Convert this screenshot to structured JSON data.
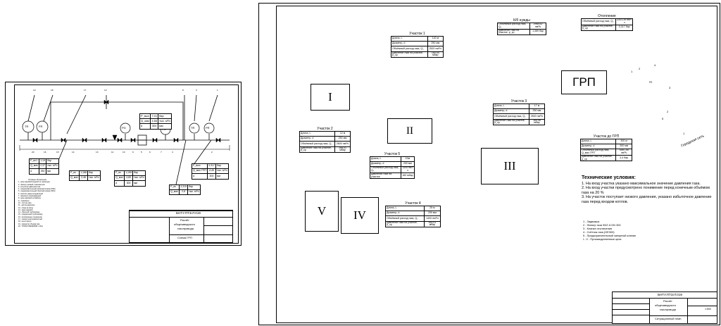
{
  "left_sheet": {
    "labels": {
      "n19": "19",
      "n18": "18",
      "n17": "17",
      "n12": "12",
      "n8": "8",
      "n3": "3",
      "n1": "1",
      "n20": "20",
      "n16": "16",
      "n15": "15",
      "n14": "14",
      "n13": "13",
      "n11": "11",
      "n10": "10",
      "n9": "9",
      "n5": "5",
      "n7": "7",
      "n4": "4",
      "n2": "2",
      "n6": "6"
    },
    "icons": {
      "tr1": "TR",
      "fr": "FR",
      "pg": "PG",
      "fg": "FG",
      "tr2": "TR",
      "pr": "PR"
    },
    "params_mid": {
      "r1_label": "P_вых",
      "r1_val": "7,01",
      "r1_unit": "бар",
      "r2_label": "Q_мах",
      "r2_val": "4,66",
      "r2_unit": "тыс. м³/ч",
      "r3_label": "d",
      "r3_val": "300",
      "r3_unit": "мм"
    },
    "params_left": {
      "r1_label": "P_вх1",
      "r1_val": "1,19",
      "r1_unit": "бар",
      "r2_label": "Q_мах",
      "r2_val": "2,37",
      "r2_unit": "тыс. м³/ч",
      "r3_label": "d",
      "r3_val": "250",
      "r3_unit": "мм"
    },
    "params_b1": {
      "r1_label": "P_вх",
      "r1_val": "1,168",
      "r1_unit": "бар",
      "r2_label": "Q_мах",
      "r2_val": "2,46",
      "r2_unit": "тыс. м³/ч"
    },
    "params_b2": {
      "r1_label": "P_вх",
      "r1_val": "1,155",
      "r1_unit": "бар",
      "r2_label": "Q_мах",
      "r2_val": "4,80",
      "r2_unit": "тыс. м³/ч",
      "r3_label": "d",
      "r3_val": "300",
      "r3_unit": "мм"
    },
    "params_right": {
      "r1_label": "P_вых",
      "r1_val": "3,317",
      "r1_unit": "бар",
      "r2_label": "Q_мах ГРП",
      "r2_val": "4,49",
      "r2_unit": "тыс. м³/ч",
      "r3_label": "d",
      "r3_val": "300",
      "r3_unit": "мм"
    },
    "params_bottom": {
      "r1_label": "P_вх",
      "r1_val": "3,315",
      "r1_unit": "бар",
      "r2_label": "Q_мах",
      "r2_val": "2,8",
      "r2_unit": "тыс. м³/ч"
    },
    "legend_title": "Условные обозначения:",
    "legend": [
      "1 - кран шаровой входной газ. арматуры",
      "2 - фильтр газовый с манометром",
      "3 - регулятор давления газа",
      "4 - предохранительный запорный клапан (ПЗК)",
      "5 - предохранительный сбросной клапан (ПСК)",
      "6 - вентиль (кран) продувочный",
      "7 - манометр показывающий",
      "8 - кран шаровой на байпасе",
      "9 - термометр",
      "10 - счётчик газа",
      "11 - датчик давления",
      "12 - отвод на свечу",
      "13 - кран шаровой",
      "14 - сбросной трубопровод",
      "15 - продувочный трубопровод",
      "16 - изолирующее соединение",
      "17 - клапан электромагнитный",
      "18 - регистратор",
      "19 - корректор объёма газа",
      "20 - ТОЧКИ СЛЕЖЕНИЯ: отбор"
    ],
    "stamp": {
      "code": "БНТУ.ПТ3эТ.019",
      "title1": "Расчёт",
      "title2": "общезаводского",
      "title3": "газопровода",
      "subtitle": "Схема ГРП"
    }
  },
  "right_sheet": {
    "consumers": {
      "I": "I",
      "II": "II",
      "III": "III",
      "IV": "IV",
      "V": "V"
    },
    "grp_label": "ГРП",
    "pipe_label": "Городская сеть",
    "markers": {
      "m1": "1",
      "m2": "2",
      "m3": "3",
      "m4": "4",
      "m5": "5",
      "m2b": "2",
      "m1b": "1"
    },
    "sec1": {
      "title": "Участок 1",
      "rows": [
        [
          "Длина, L",
          "140 м"
        ],
        [
          "Диаметр, d",
          "250 мм"
        ],
        [
          "Объёмный расход газа, Q₀",
          "2520 нм³/ч"
        ],
        [
          "Давление газа на участке, p_ср",
          "160,04 мбар"
        ]
      ]
    },
    "sec2": {
      "title": "Участок 2",
      "rows": [
        [
          "Длина, L",
          "12 м"
        ],
        [
          "Диаметр, d",
          "250 мм"
        ],
        [
          "Объёмный расход газа, Q₀",
          "2600 нм³/ч"
        ],
        [
          "Давление газа на участке, p_ср",
          "168,01 мбар"
        ]
      ]
    },
    "sec3": {
      "title": "Участок 3",
      "rows": [
        [
          "Длина, L",
          "17 м"
        ],
        [
          "Диаметр, d",
          "250 мм"
        ],
        [
          "Объёмный расход газа, Q₀",
          "2500 нм³/ч"
        ],
        [
          "Давление газа на участке, p_ср",
          "165,96 мбар"
        ]
      ]
    },
    "sec4": {
      "title": "Участок 4",
      "rows": [
        [
          "Длина, L",
          "25 м"
        ],
        [
          "Диаметр, d",
          "200 мм"
        ],
        [
          "Объёмный расход газа, Q₀",
          "1400 нм³/ч"
        ],
        [
          "Давление газа на участке, p_ср",
          "160,01 мбар"
        ]
      ]
    },
    "sec5": {
      "title": "Участок 5",
      "rows": [
        [
          "Длина, L",
          "10м"
        ],
        [
          "Диаметр, d",
          "200 мм"
        ],
        [
          "Объёмный расход газа, Q₀",
          "1305 нм³/ч"
        ],
        [
          "Давление газа на участке",
          "160 мбар"
        ]
      ]
    },
    "kb": {
      "title": "К/б нужды",
      "rows": [
        [
          "Объёмный расход газа, Q₀",
          "2968,62 нм³/ч"
        ],
        [
          "Давление газа на участке, p_ср",
          "1,389 бар"
        ]
      ]
    },
    "heat": {
      "title": "Отопление",
      "rows": [
        [
          "Объёмный расход газа, Q₀",
          "2201,39 нм³/ч"
        ],
        [
          "Давление газа на участке, p_ср",
          "3,317 бар"
        ]
      ]
    },
    "to_grp": {
      "title": "Участок до ГРП",
      "rows": [
        [
          "Длина, L",
          "300 м"
        ],
        [
          "Диаметр, d",
          "300 мм"
        ],
        [
          "Объёмный расход газа, Q_мах ГРП",
          "4487,48 нм³/ч"
        ],
        [
          "Давление газа на участке, p_ср",
          "3,4 бар"
        ]
      ]
    },
    "tech_title": "Технические условия:",
    "tech": [
      "1. На вход участка указано максимальное значение давления газа.",
      "2. На вход участки предусмотрено понижение перед конечным объёмом газа на 20 %",
      "3. На участок поступает низкого давления, указано избыточное давление газа перед входом котлов."
    ],
    "legend": [
      "1 - Задвижка",
      "2 - Фильтр газа ФАГ-6 DN 300",
      "3 - Клапан отключения",
      "4 - Счётчик газа (GE300)",
      "5 - Предохранительный запорный клапан",
      "I...V - Производственные цеха"
    ],
    "stamp": {
      "code": "БНТУ.ПТ3эТ.019",
      "title1": "Расчёт",
      "title2": "общезаводского",
      "title3": "газопровода",
      "subtitle": "Ситуационный план",
      "sheet": "1:500"
    }
  }
}
